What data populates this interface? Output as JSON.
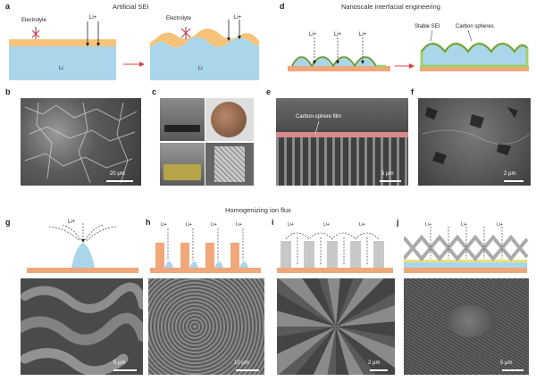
{
  "panels": {
    "a": {
      "letter": "a",
      "title": "Artificial SEI",
      "electrolyte_left": "Electrolyte",
      "li_ion_left": "Li+",
      "li_left": "Li",
      "electrolyte_right": "Electrolyte",
      "li_ion_right": "Li+",
      "li_right": "Li"
    },
    "b": {
      "letter": "b",
      "scale": "20 μm"
    },
    "c": {
      "letter": "c"
    },
    "d": {
      "letter": "d",
      "title": "Nanoscale interfacial engineering",
      "li_1": "Li+",
      "li_2": "Li+",
      "li_3": "Li+",
      "stable_sei": "Stable SEI",
      "carbon_spheres": "Carbon spheres"
    },
    "e": {
      "letter": "e",
      "film_label": "Carbon-sphere film",
      "scale": "5 μm"
    },
    "f": {
      "letter": "f",
      "scale": "2 μm"
    },
    "ion_flux_title": "Homogenizing ion flux",
    "g": {
      "letter": "g",
      "li": "Li+",
      "scale": "5 μm"
    },
    "h": {
      "letter": "h",
      "li_1": "Li+",
      "li_2": "Li+",
      "li_3": "Li+",
      "li_4": "Li+",
      "scale": "10 μm"
    },
    "i": {
      "letter": "i",
      "li_1": "Li+",
      "li_2": "Li+",
      "li_3": "Li+",
      "scale": "2 μm"
    },
    "j": {
      "letter": "j",
      "li_1": "Li+",
      "li_2": "Li+",
      "li_3": "Li+",
      "scale": "5 μm"
    }
  },
  "colors": {
    "lithium": "#a9d6ea",
    "sei": "#f6c27a",
    "substrate": "#f2a77a",
    "carbon": "#9fd06a",
    "pillar": "#c8c8c8",
    "arrow_red": "#e04040"
  }
}
